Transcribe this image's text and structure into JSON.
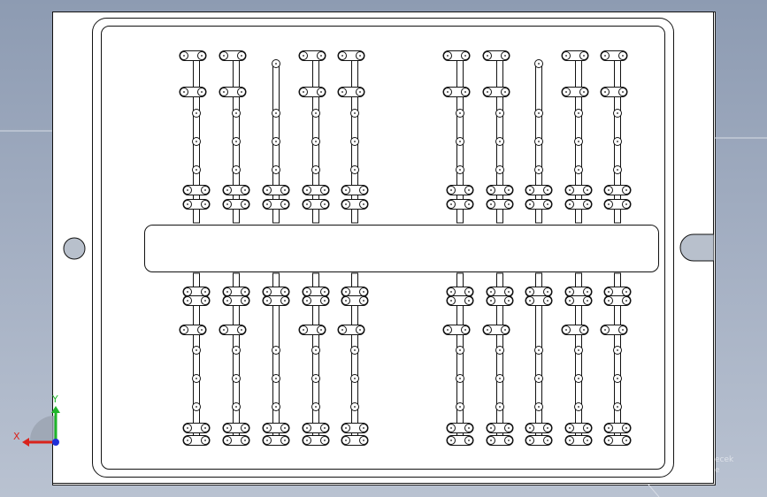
{
  "viewport": {
    "triad": {
      "x_label": "X",
      "y_label": "Y"
    },
    "colors": {
      "x_axis": "#d9231c",
      "y_axis": "#1fb52a",
      "z_axis": "#1f2fd9",
      "outline": "#111111",
      "background_top": "#8d9bb2"
    }
  },
  "model": {
    "left_group_columns": 5,
    "right_group_columns": 5
  },
  "watermark": {
    "line1": "ecek",
    "line2": "e"
  }
}
